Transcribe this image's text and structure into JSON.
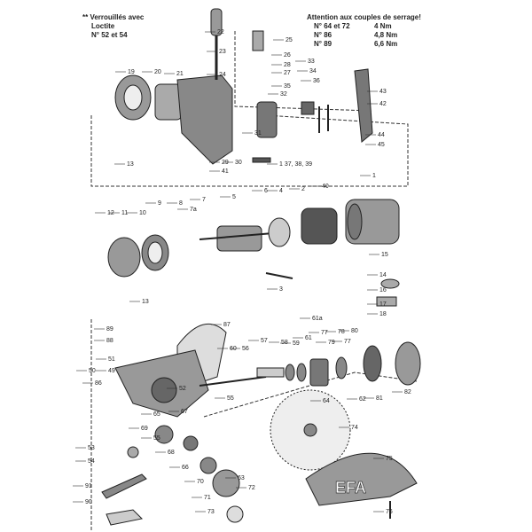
{
  "notes": {
    "left": {
      "line1": "** Verrouillés avec",
      "line2": "Loctite",
      "line3": "N° 52 et 54"
    },
    "right": {
      "title": "Attention aux couples de serrage!",
      "rows": [
        {
          "part": "N° 64 et 72",
          "torque": "4 Nm"
        },
        {
          "part": "N° 86",
          "torque": "4,8 Nm"
        },
        {
          "part": "N° 89",
          "torque": "6,6 Nm"
        }
      ]
    }
  },
  "cover_logo": "EFA",
  "labels": [
    "22",
    "23",
    "24",
    "25",
    "26",
    "28",
    "27",
    "33",
    "34",
    "36",
    "35",
    "32",
    "43",
    "42",
    "19",
    "20",
    "21",
    "31",
    "44",
    "45",
    "13",
    "29",
    "30",
    "1  37, 38, 39",
    "41",
    "40",
    "1",
    "2",
    "4",
    "6",
    "5",
    "7",
    "7a",
    "8",
    "9",
    "10",
    "11",
    "12",
    "15",
    "14",
    "16",
    "17",
    "18",
    "3",
    "13",
    "89",
    "87",
    "88",
    "61a",
    "77",
    "78",
    "80",
    "79",
    "77",
    "57",
    "58",
    "59",
    "61",
    "60",
    "56",
    "51",
    "50",
    "49",
    "86",
    "52",
    "55",
    "65",
    "67",
    "69",
    "55",
    "64",
    "62",
    "81",
    "82",
    "74",
    "53",
    "68",
    "54",
    "66",
    "75",
    "91",
    "63",
    "70",
    "72",
    "71",
    "90",
    "73",
    "76"
  ]
}
